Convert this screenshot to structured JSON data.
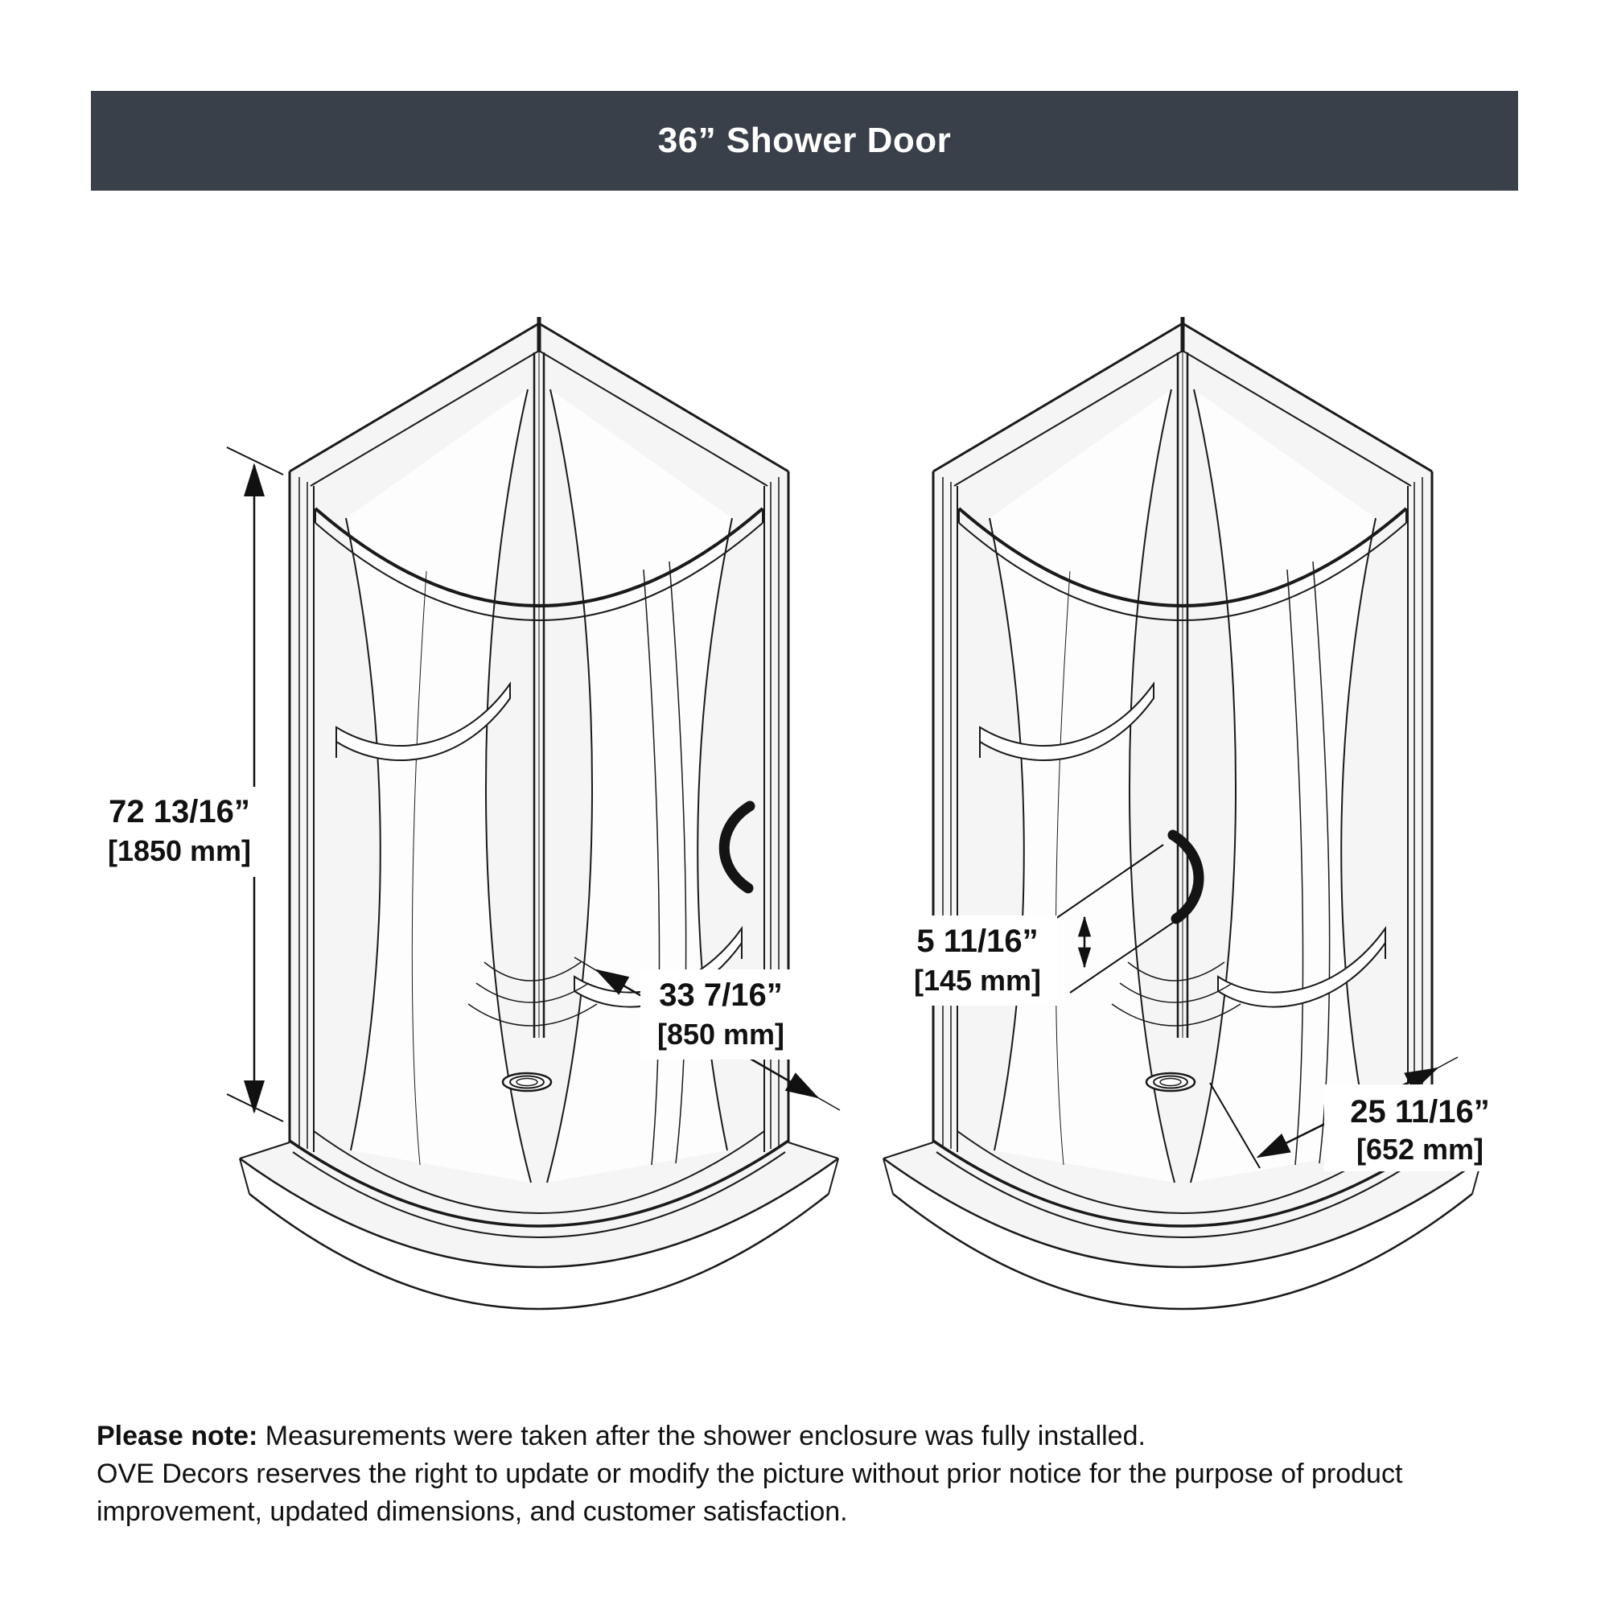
{
  "header": {
    "title": "36” Shower Door"
  },
  "colors": {
    "header_bg": "#3a4049",
    "header_text": "#ffffff",
    "line_color": "#1a1a1a",
    "dim_text": "#111111"
  },
  "drawings": {
    "left": {
      "description": "corner shower enclosure, closed door, handle at right front"
    },
    "right": {
      "description": "corner shower enclosure, open door, handle near center"
    }
  },
  "dimensions": {
    "height": {
      "inches": "72 13/16”",
      "mm": "[1850 mm]"
    },
    "width": {
      "inches": "33 7/16”",
      "mm": "[850 mm]"
    },
    "handle": {
      "inches": "5 11/16”",
      "mm": "[145 mm]"
    },
    "opening": {
      "inches": "25 11/16”",
      "mm": "[652 mm]"
    }
  },
  "footer": {
    "note_label": "Please note:",
    "note_text": " Measurements were taken after the shower enclosure was fully installed.",
    "line2": "OVE Decors reserves the right to update or modify the picture without prior notice for the purpose of product",
    "line3": "improvement, updated dimensions, and customer satisfaction."
  }
}
